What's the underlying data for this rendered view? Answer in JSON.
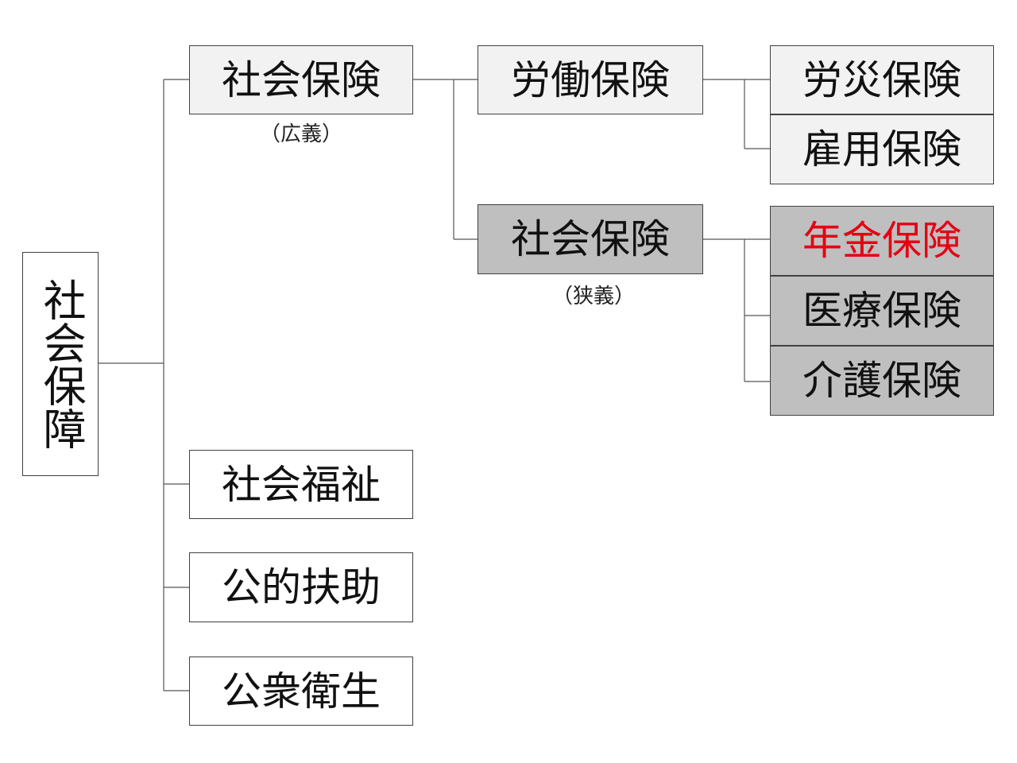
{
  "root": {
    "label": "社会保障"
  },
  "level1": {
    "social_insurance_broad": {
      "label": "社会保険",
      "note": "（広義）"
    },
    "social_welfare": {
      "label": "社会福祉"
    },
    "public_assistance": {
      "label": "公的扶助"
    },
    "public_health": {
      "label": "公衆衛生"
    }
  },
  "level2": {
    "labor_insurance": {
      "label": "労働保険"
    },
    "social_insurance_narrow": {
      "label": "社会保険",
      "note": "（狭義）"
    }
  },
  "level3": {
    "workers_comp": {
      "label": "労災保険"
    },
    "employment": {
      "label": "雇用保険"
    },
    "pension": {
      "label": "年金保険",
      "color": "#e60012"
    },
    "medical": {
      "label": "医療保険"
    },
    "nursing_care": {
      "label": "介護保険"
    }
  }
}
